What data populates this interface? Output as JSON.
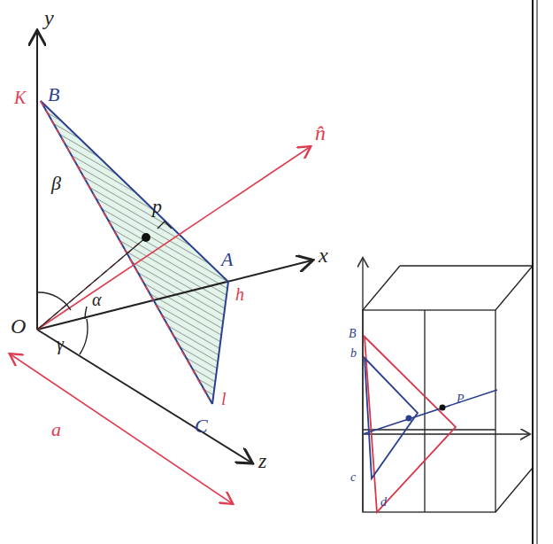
{
  "diagram": {
    "labels": [
      "y",
      "B",
      "K",
      "β",
      "p",
      "n̂",
      "A",
      "x",
      "h",
      "O",
      "α",
      "γ",
      "C",
      "l",
      "z",
      "a",
      "B",
      "b",
      "P",
      "c",
      "d"
    ]
  }
}
